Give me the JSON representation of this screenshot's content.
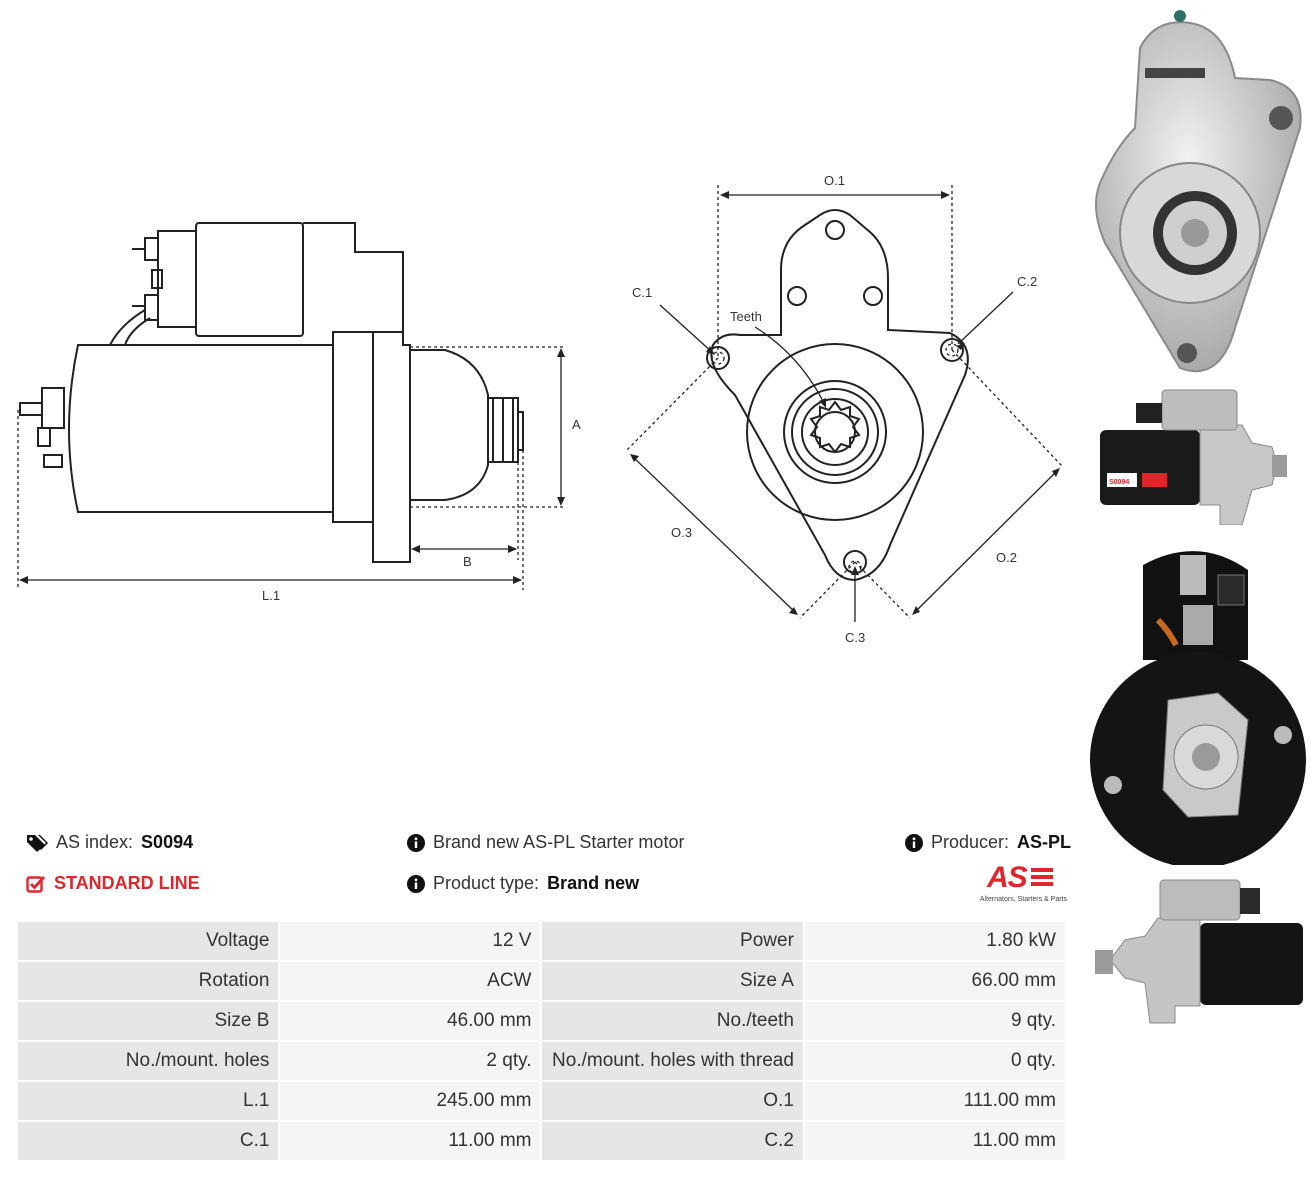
{
  "drawings": {
    "side_labels": {
      "a": "A",
      "b": "B",
      "l1": "L.1"
    },
    "front_labels": {
      "o1": "O.1",
      "o2": "O.2",
      "o3": "O.3",
      "c1": "C.1",
      "c2": "C.2",
      "c3": "C.3",
      "teeth": "Teeth"
    }
  },
  "info": {
    "as_index_label": "AS index:",
    "as_index_value": "S0094",
    "standard_line": "STANDARD LINE",
    "description": "Brand new AS-PL Starter motor",
    "product_type_label": "Product type:",
    "product_type_value": "Brand new",
    "producer_label": "Producer:",
    "producer_value": "AS-PL"
  },
  "logo": {
    "mark": "AS",
    "tagline": "Alternators, Starters & Parts"
  },
  "photo_label": "S0094",
  "specs": [
    [
      "Voltage",
      "12 V",
      "Power",
      "1.80 kW"
    ],
    [
      "Rotation",
      "ACW",
      "Size A",
      "66.00 mm"
    ],
    [
      "Size B",
      "46.00 mm",
      "No./teeth",
      "9 qty."
    ],
    [
      "No./mount. holes",
      "2 qty.",
      "No./mount. holes with thread",
      "0 qty."
    ],
    [
      "L.1",
      "245.00 mm",
      "O.1",
      "111.00 mm"
    ],
    [
      "C.1",
      "11.00 mm",
      "C.2",
      "11.00 mm"
    ]
  ],
  "colors": {
    "accent_red": "#e0262b",
    "key_cell": "#e6e6e6",
    "value_cell": "#f5f5f5"
  }
}
